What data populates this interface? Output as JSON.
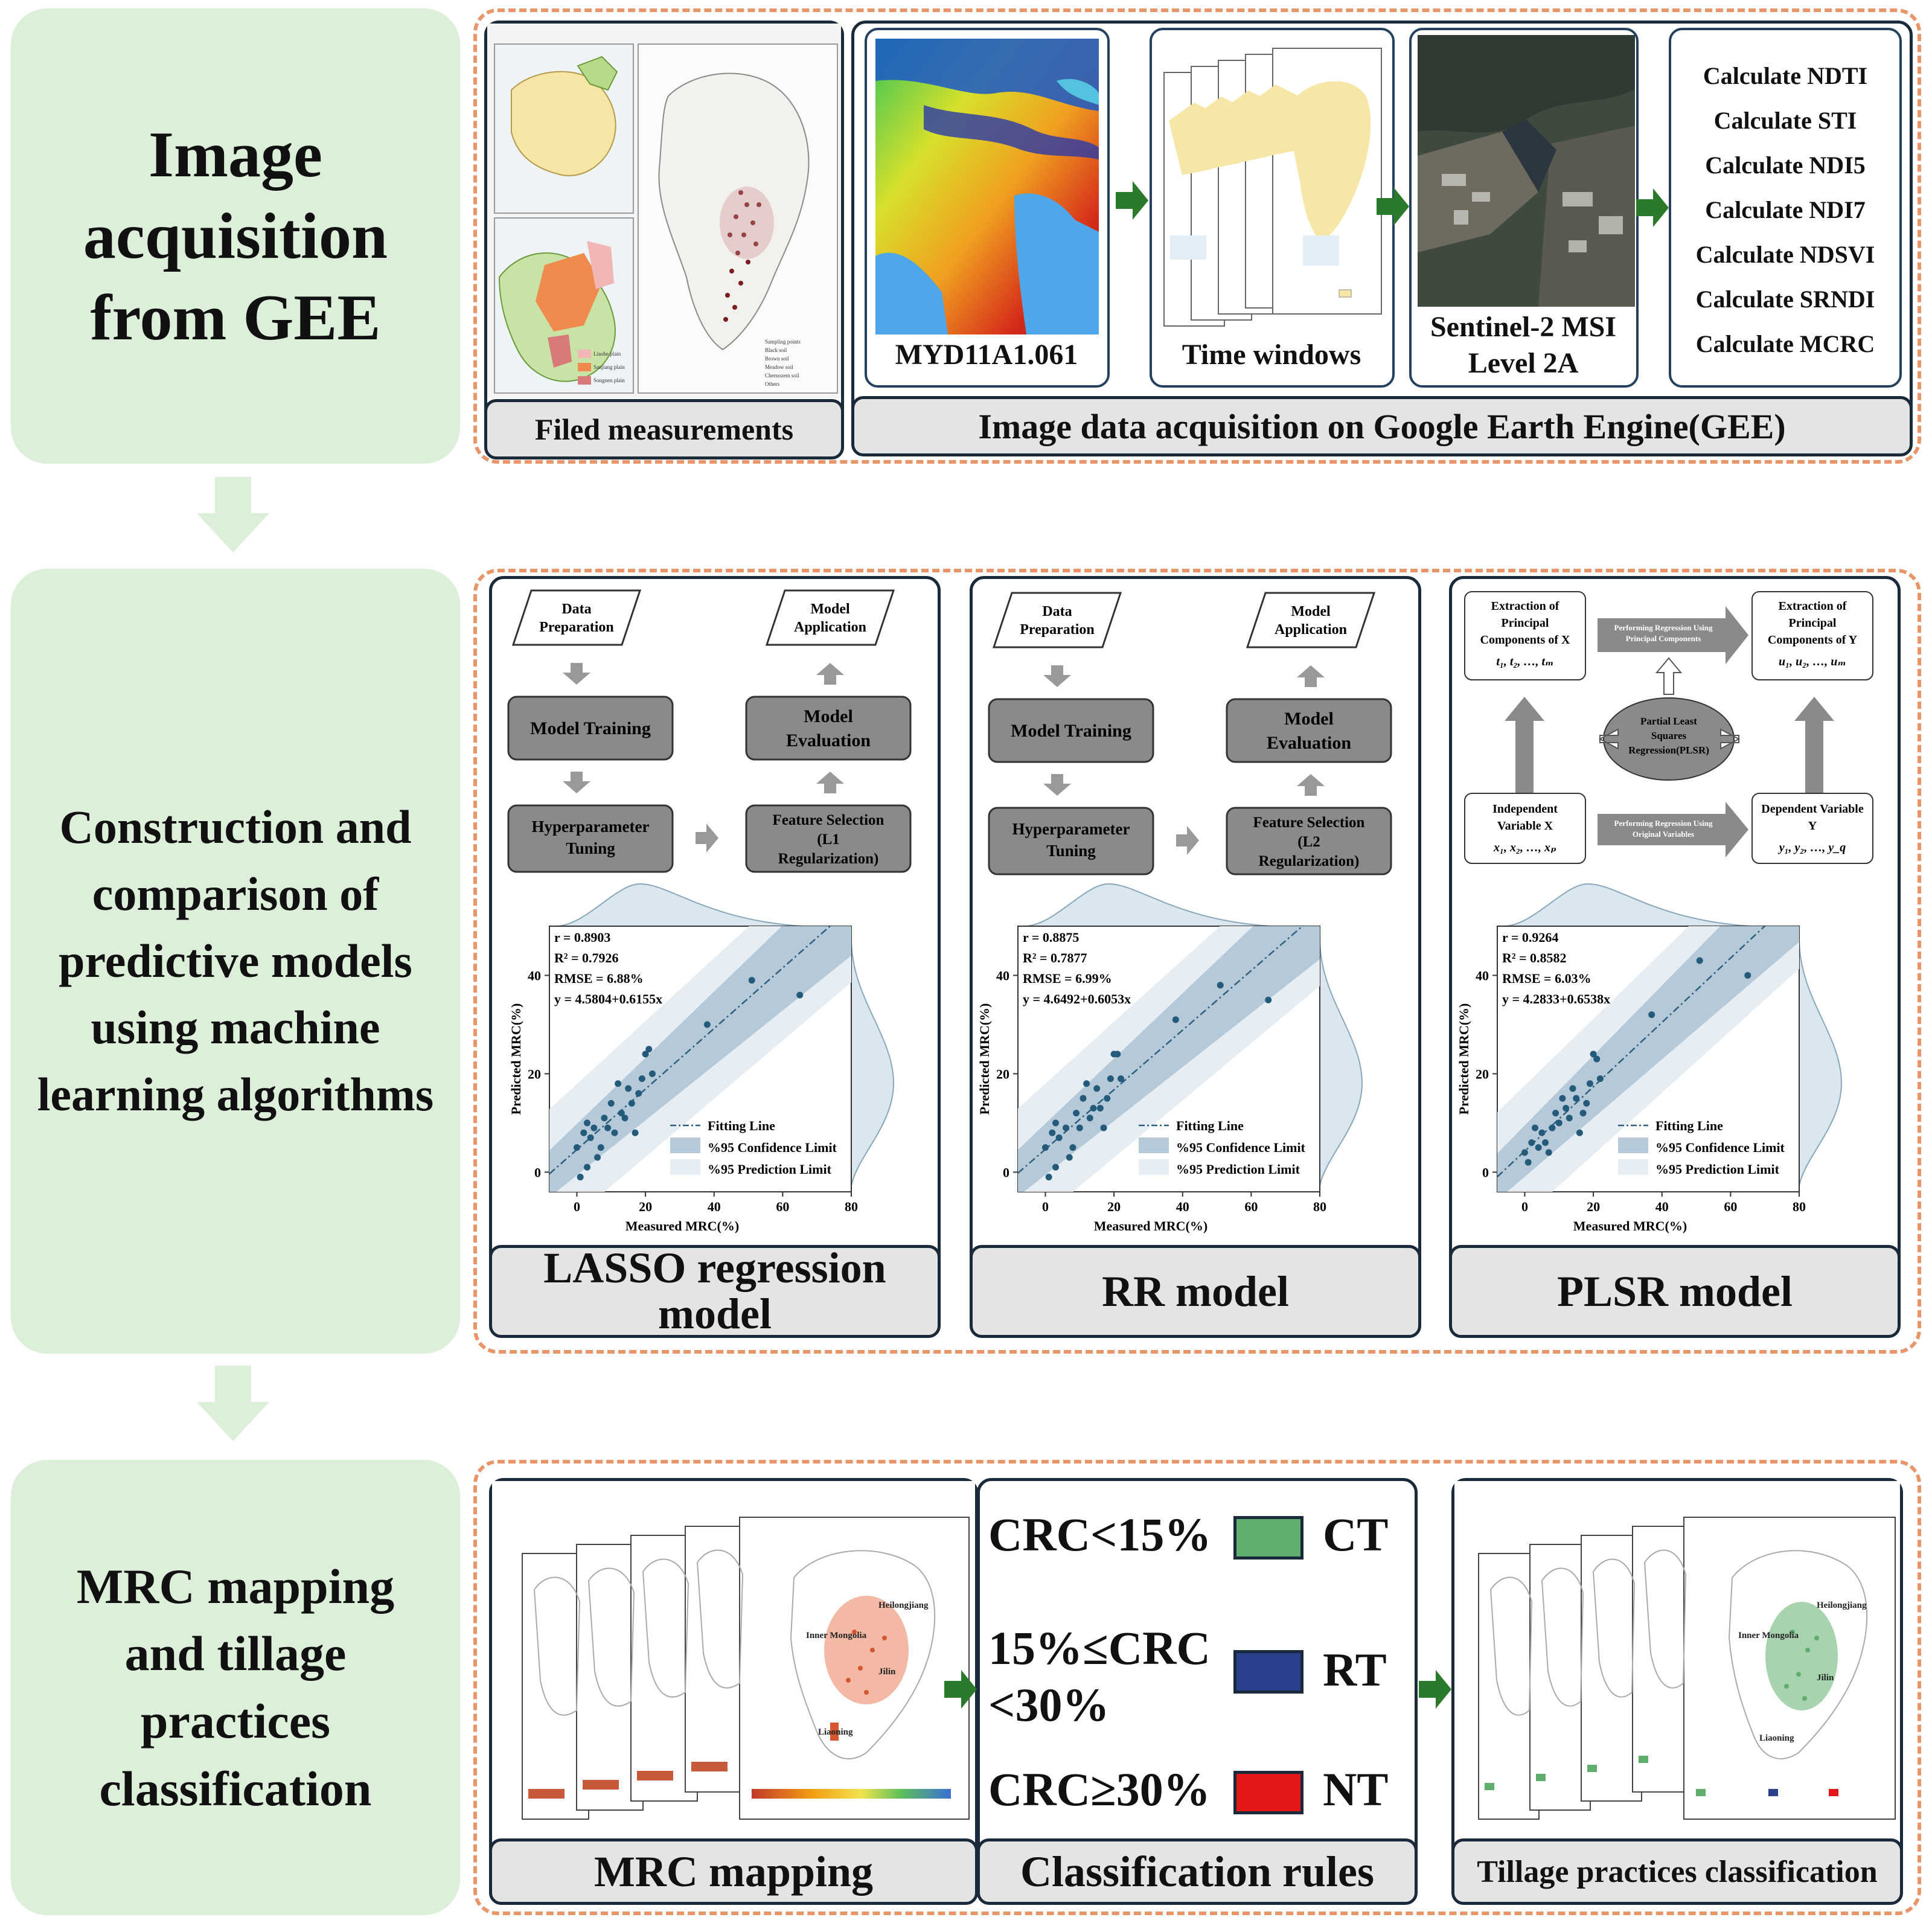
{
  "stages": {
    "s1": "Image acquisition from GEE",
    "s2": "Construction and comparison of predictive models using machine learning algorithms",
    "s3": "MRC mapping and tillage practices classification"
  },
  "row1": {
    "field_caption": "Filed measurements",
    "gee_caption": "Image data acquisition on Google Earth Engine(GEE)",
    "modis_label": "MYD11A1.061",
    "time_label": "Time windows",
    "sentinel_label": "Sentinel-2 MSI Level 2A",
    "calcs": [
      "Calculate NDTI",
      "Calculate STI",
      "Calculate NDI5",
      "Calculate NDI7",
      "Calculate NDSVI",
      "Calculate SRNDI",
      "Calculate MCRC"
    ],
    "map_legend": [
      "Sampling points",
      "Black soil",
      "Brown soil",
      "Meadow soil",
      "Chernozem soil",
      "Others"
    ],
    "plains": [
      "Liaohe plain",
      "Sanjiang plain",
      "Songnen plain"
    ]
  },
  "row2": {
    "flow_common": {
      "data_prep": "Data Preparation",
      "model_app": "Model Application",
      "training": "Model Training",
      "evaluation": "Model Evaluation",
      "tuning": "Hyperparameter Tuning"
    },
    "lasso_feature": "Feature Selection (L1 Regularization)",
    "rr_feature": "Feature Selection (L2 Regularization)",
    "plsr_flow": {
      "pc_x": "Extraction of Principal Components of X",
      "pc_x_vars": "t₁, t₂, …, tₘ",
      "pc_y": "Extraction of Principal Components of Y",
      "pc_y_vars": "u₁, u₂, …, uₘ",
      "center": "Partial Least Squares Regression(PLSR)",
      "top_arrow": "Performing Regression Using Principal Components",
      "bottom_arrow": "Performing Regression Using Original Variables",
      "indep": "Independent Variable X",
      "indep_vars": "x₁, x₂, …, xₚ",
      "dep": "Dependent Variable Y",
      "dep_vars": "y₁, y₂, …, y_q"
    },
    "captions": {
      "lasso": "LASSO regression model",
      "rr": "RR model",
      "plsr": "PLSR model"
    },
    "plot_common": {
      "xlabel": "Measured MRC(%)",
      "ylabel": "Predicted MRC(%)",
      "legend": [
        "Fitting Line",
        "%95 Confidence Limit",
        "%95 Prediction Limit"
      ],
      "xticks": [
        "0",
        "20",
        "40",
        "60",
        "80"
      ],
      "yticks": [
        "0",
        "20",
        "40"
      ]
    },
    "stats": {
      "lasso": [
        "r = 0.8903",
        "R² = 0.7926",
        "RMSE = 6.88%",
        "y = 4.5804+0.6155x"
      ],
      "rr": [
        "r = 0.8875",
        "R² = 0.7877",
        "RMSE = 6.99%",
        "y = 4.6492+0.6053x"
      ],
      "plsr": [
        "r = 0.9264",
        "R² = 0.8582",
        "RMSE = 6.03%",
        "y = 4.2833+0.6538x"
      ]
    }
  },
  "chart_data": [
    {
      "type": "scatter",
      "xlabel": "Measured MRC(%)",
      "ylabel": "Predicted MRC(%)",
      "xlim": [
        -8,
        80
      ],
      "ylim": [
        -4,
        50
      ],
      "fit": {
        "intercept": 4.5804,
        "slope": 0.6155
      },
      "points": [
        [
          0,
          5
        ],
        [
          1,
          -1
        ],
        [
          2,
          8
        ],
        [
          3,
          1
        ],
        [
          3,
          10
        ],
        [
          4,
          7
        ],
        [
          5,
          9
        ],
        [
          6,
          3
        ],
        [
          7,
          5
        ],
        [
          8,
          11
        ],
        [
          9,
          9
        ],
        [
          10,
          14
        ],
        [
          11,
          8
        ],
        [
          12,
          18
        ],
        [
          13,
          12
        ],
        [
          14,
          11
        ],
        [
          15,
          17
        ],
        [
          16,
          14
        ],
        [
          17,
          8
        ],
        [
          18,
          16
        ],
        [
          19,
          19
        ],
        [
          20,
          24
        ],
        [
          21,
          25
        ],
        [
          22,
          20
        ],
        [
          38,
          30
        ],
        [
          51,
          39
        ],
        [
          65,
          36
        ]
      ]
    },
    {
      "type": "scatter",
      "xlabel": "Measured MRC(%)",
      "ylabel": "Predicted MRC(%)",
      "xlim": [
        -8,
        80
      ],
      "ylim": [
        -4,
        50
      ],
      "fit": {
        "intercept": 4.6492,
        "slope": 0.6053
      },
      "points": [
        [
          0,
          5
        ],
        [
          1,
          -1
        ],
        [
          2,
          8
        ],
        [
          3,
          1
        ],
        [
          3,
          10
        ],
        [
          4,
          7
        ],
        [
          6,
          9
        ],
        [
          7,
          3
        ],
        [
          8,
          5
        ],
        [
          9,
          12
        ],
        [
          10,
          9
        ],
        [
          11,
          15
        ],
        [
          12,
          18
        ],
        [
          13,
          11
        ],
        [
          14,
          13
        ],
        [
          15,
          17
        ],
        [
          16,
          13
        ],
        [
          17,
          9
        ],
        [
          18,
          15
        ],
        [
          19,
          19
        ],
        [
          20,
          24
        ],
        [
          21,
          24
        ],
        [
          22,
          19
        ],
        [
          38,
          31
        ],
        [
          51,
          38
        ],
        [
          65,
          35
        ]
      ]
    },
    {
      "type": "scatter",
      "xlabel": "Measured MRC(%)",
      "ylabel": "Predicted MRC(%)",
      "xlim": [
        -8,
        80
      ],
      "ylim": [
        -4,
        50
      ],
      "fit": {
        "intercept": 4.2833,
        "slope": 0.6538
      },
      "points": [
        [
          0,
          4
        ],
        [
          1,
          2
        ],
        [
          2,
          6
        ],
        [
          3,
          9
        ],
        [
          4,
          5
        ],
        [
          5,
          8
        ],
        [
          6,
          6
        ],
        [
          7,
          4
        ],
        [
          8,
          9
        ],
        [
          9,
          12
        ],
        [
          10,
          10
        ],
        [
          11,
          15
        ],
        [
          12,
          13
        ],
        [
          13,
          11
        ],
        [
          14,
          17
        ],
        [
          15,
          15
        ],
        [
          16,
          8
        ],
        [
          17,
          12
        ],
        [
          18,
          14
        ],
        [
          19,
          18
        ],
        [
          20,
          24
        ],
        [
          21,
          23
        ],
        [
          22,
          19
        ],
        [
          37,
          32
        ],
        [
          51,
          43
        ],
        [
          65,
          40
        ]
      ]
    }
  ],
  "row3": {
    "mrc_caption": "MRC mapping",
    "rules_caption": "Classification rules",
    "tillage_caption": "Tillage practices classification",
    "rules": [
      {
        "cond": "CRC<15%",
        "class": "CT",
        "color": "#5fae6e"
      },
      {
        "cond": "15%≤CRC <30%",
        "class": "RT",
        "color": "#2b3f8c"
      },
      {
        "cond": "CRC≥30%",
        "class": "NT",
        "color": "#e4161a"
      }
    ],
    "map_labels": {
      "inner_mongolia": "Inner Mongolia",
      "heilongjiang": "Heilongjiang",
      "jilin": "Jilin",
      "liaoning": "Liaoning"
    }
  },
  "colors": {
    "stage_bg": "#dcefd8",
    "dashed": "#e8956a",
    "flow_box": "#8a8a8a",
    "plot_point": "#245a7a",
    "arrow_green": "#2b7a2b"
  }
}
